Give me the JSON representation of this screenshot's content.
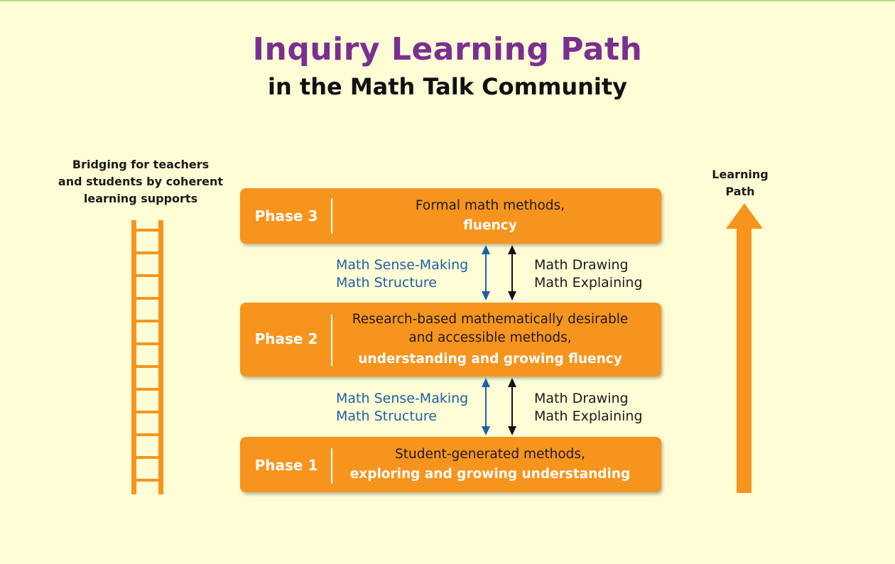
{
  "title": "Inquiry Learning Path",
  "subtitle": "in the Math Talk Community",
  "left_caption": [
    "Bridging for teachers",
    "and students by coherent",
    "learning supports"
  ],
  "right_caption": [
    "Learning",
    "Path"
  ],
  "phases": [
    {
      "label": "Phase 3",
      "lines": [
        "Formal math methods,"
      ],
      "highlight": "fluency"
    },
    {
      "label": "Phase 2",
      "lines": [
        "Research-based mathematically desirable",
        "and accessible methods,"
      ],
      "highlight": "understanding and growing fluency"
    },
    {
      "label": "Phase 1",
      "lines": [
        "Student-generated methods,"
      ],
      "highlight": "exploring and growing understanding"
    }
  ],
  "connectors": [
    {
      "blue": [
        "Math Sense-Making",
        "Math Structure"
      ],
      "black": [
        "Math Drawing",
        "Math Explaining"
      ]
    },
    {
      "blue": [
        "Math Sense-Making",
        "Math Structure"
      ],
      "black": [
        "Math Drawing",
        "Math Explaining"
      ]
    }
  ],
  "colors": {
    "background": "#FEFDD5",
    "title": "#7B2F91",
    "orange": "#F7941D",
    "blue": "#1F5FA8"
  }
}
